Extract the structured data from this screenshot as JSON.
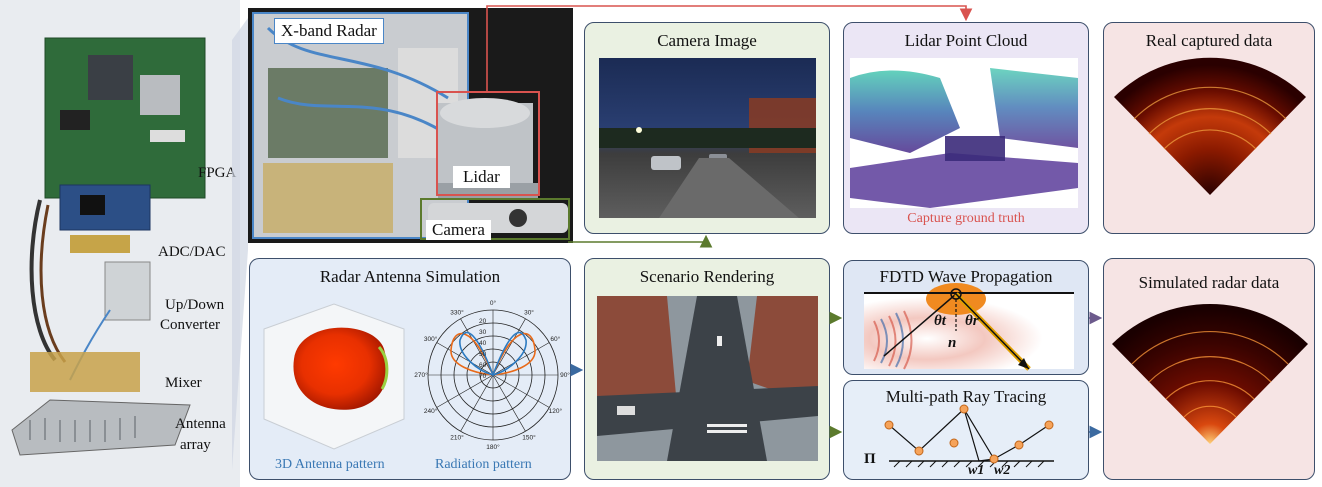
{
  "hardware": {
    "labels": {
      "fpga": "FPGA",
      "adc_dac": "ADC/DAC",
      "up_down_converter_line1": "Up/Down",
      "up_down_converter_line2": "Converter",
      "mixer": "Mixer",
      "antenna_line1": "Antenna",
      "antenna_line2": "array"
    }
  },
  "rig": {
    "xband_label": "X-band Radar",
    "lidar_label": "Lidar",
    "camera_label": "Camera"
  },
  "panels": {
    "camera_image": {
      "title": "Camera Image"
    },
    "lidar_point_cloud": {
      "title": "Lidar Point Cloud",
      "caption": "Capture ground truth"
    },
    "real_captured": {
      "title": "Real captured data"
    },
    "radar_antenna_sim": {
      "title": "Radar Antenna Simulation",
      "caption_3d": "3D Antenna pattern",
      "caption_radiation": "Radiation pattern",
      "polar_angle_labels": [
        "0°",
        "30°",
        "60°",
        "90°",
        "120°",
        "150°",
        "180°",
        "210°",
        "240°",
        "270°",
        "300°",
        "330°"
      ],
      "polar_radial_labels": [
        "20",
        "30",
        "40",
        "50",
        "60",
        "70"
      ]
    },
    "scenario_rendering": {
      "title": "Scenario Rendering"
    },
    "fdtd": {
      "title": "FDTD Wave Propagation",
      "theta_t": "θt",
      "theta_r": "θr",
      "n": "n"
    },
    "ray_tracing": {
      "title": "Multi-path Ray Tracing",
      "pi": "Π",
      "w1": "w1",
      "w2": "w2"
    },
    "simulated": {
      "title": "Simulated radar data"
    }
  },
  "colors": {
    "panel_border": "#3d4f6b",
    "camera_panel_bg": "#eaf1e2",
    "lidar_panel_bg": "#ebe6f5",
    "radar_panel_bg": "#f6e4e4",
    "sim_panel_bg": "#e4ecf7",
    "fdtd_panel_bg": "#dfe7f4",
    "arrow_red": "#d9534f",
    "arrow_green": "#5b7a2d",
    "arrow_blue": "#3b6aa0",
    "arrow_purple": "#6c5a8c",
    "caption_blue": "#3a78b4",
    "caption_red": "#d9534f"
  }
}
